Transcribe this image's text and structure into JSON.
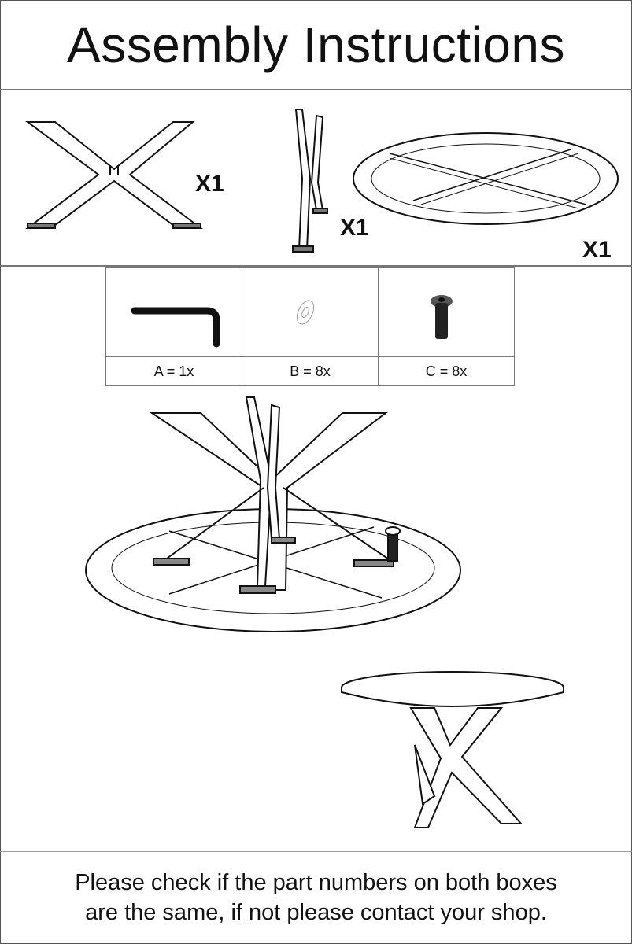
{
  "header": {
    "title": "Assembly Instructions"
  },
  "parts": [
    {
      "name": "x-base-frame",
      "quantity": "X1"
    },
    {
      "name": "vertical-leg-pair",
      "quantity": "X1"
    },
    {
      "name": "round-table-top",
      "quantity": "X1"
    }
  ],
  "hardware": [
    {
      "icon": "allen-key-icon",
      "label": "A = 1x"
    },
    {
      "icon": "washer-icon",
      "label": "B = 8x"
    },
    {
      "icon": "screw-icon",
      "label": "C = 8x"
    }
  ],
  "footer": {
    "line1": "Please check if the part numbers on both boxes",
    "line2": "are the same, if not please contact your shop."
  }
}
